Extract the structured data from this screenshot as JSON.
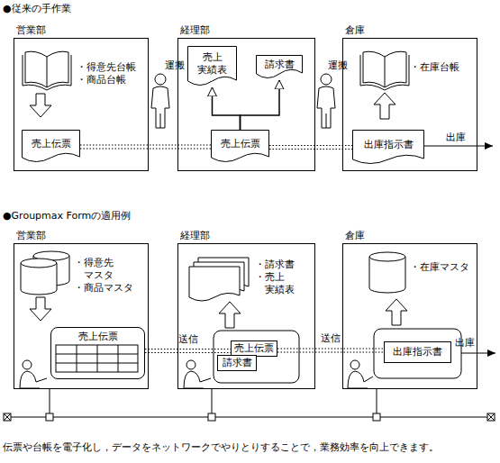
{
  "diagram": {
    "caption": "伝票や台帳を電子化し，データをネットワークでやりとりすることで，業務効率を向上できます。",
    "nodes": [
      {
        "text": [
          "営業部"
        ]
      },
      {
        "text": [
          "売上伝票"
        ],
        "in": 0
      },
      {
        "text": [
          "経理部"
        ]
      },
      {
        "text": [
          "売上 実績表"
        ],
        "in": 2
      },
      {
        "text": [
          "請求書"
        ],
        "in": 2
      },
      {
        "text": [
          "売上伝票"
        ],
        "in": 2
      },
      {
        "text": [
          "倉庫"
        ]
      },
      {
        "text": [
          "出庫指示書"
        ],
        "in": 6
      },
      {
        "text": [
          "営業部"
        ]
      },
      {
        "text": [
          "売上伝票"
        ],
        "in": 8
      },
      {
        "text": [
          "経理部"
        ]
      },
      {
        "text": [
          "売上伝票"
        ],
        "in": 10
      },
      {
        "text": [
          "請求書"
        ],
        "in": 10
      },
      {
        "text": [
          "倉庫"
        ]
      },
      {
        "text": [
          "出庫指示書"
        ],
        "in": 13
      }
    ],
    "edges": [
      {
        "from": 1,
        "to": 5,
        "arrow": "none"
      },
      {
        "from": 5,
        "to": 7,
        "arrow": "none"
      },
      {
        "from": 5,
        "to": 3,
        "arrow": "to"
      },
      {
        "from": 5,
        "to": 4,
        "arrow": "to"
      },
      {
        "from": 9,
        "to": 11,
        "label": "送信",
        "arrow": "none"
      },
      {
        "from": 11,
        "to": 14,
        "label": "送信",
        "arrow": "none"
      }
    ],
    "labels": [
      "●従来の手作業",
      "・得意先台帳",
      "・商品台帳",
      "運搬",
      "運搬",
      "・在庫台帳",
      "出庫",
      "●Groupmax Formの適用例",
      "・得意先 マスタ",
      "・商品マスタ",
      "・請求書",
      "・売上 実績表",
      "・在庫マスタ",
      "出庫"
    ]
  }
}
